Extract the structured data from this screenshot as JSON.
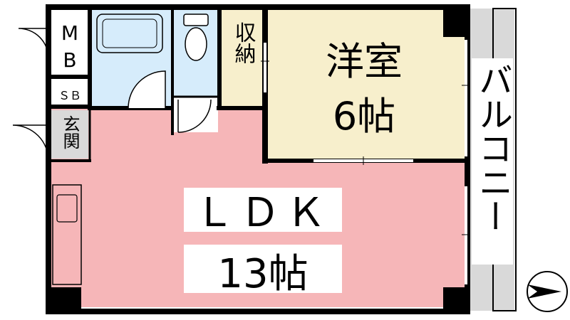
{
  "colors": {
    "ldk": "#f6b6b8",
    "western_room": "#f7efcc",
    "bath": "#d6ecfb",
    "balcony": "#d9d9d9",
    "wall": "#000000",
    "utility": "#ffffff"
  },
  "rooms": {
    "ldk": {
      "name": "ＬＤＫ",
      "size": "13帖"
    },
    "western_room": {
      "name": "洋室",
      "size": "6帖"
    },
    "storage": {
      "label": "収納"
    },
    "entrance": {
      "label": "玄関"
    },
    "mb": {
      "line1": "M",
      "line2": "B"
    },
    "sb": {
      "label": "ＳＢ"
    },
    "balcony": {
      "label": "バルコニー"
    }
  },
  "compass": {
    "icon": "north-arrow-icon"
  }
}
